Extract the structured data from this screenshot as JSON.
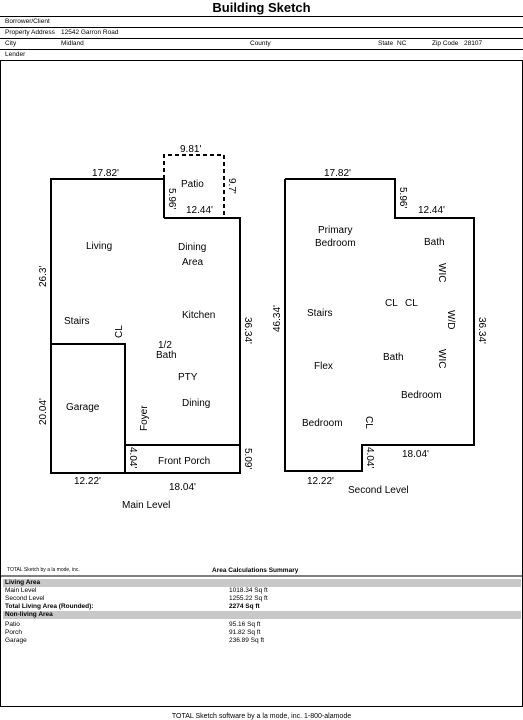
{
  "header": {
    "title": "Building Sketch",
    "borrower_label": "Borrower/Client",
    "property_address_label": "Property Address",
    "property_address": "12542 Garron Road",
    "city_label": "City",
    "city": "Midland",
    "county_label": "County",
    "state_label": "State",
    "state": "NC",
    "zip_label": "Zip Code",
    "zip": "28107",
    "lender_label": "Lender"
  },
  "main_level": {
    "caption": "Main Level",
    "rooms": {
      "patio": "Patio",
      "living": "Living",
      "dining": "Dining",
      "area": "Area",
      "stairs": "Stairs",
      "cl": "CL",
      "kitchen": "Kitchen",
      "half": "1/2",
      "bath": "Bath",
      "pty": "PTY",
      "garage": "Garage",
      "foyer": "Foyer",
      "dining2": "Dining",
      "front_porch": "Front Porch"
    },
    "dims": {
      "top": "17.82'",
      "patio_top": "9.81'",
      "patio_left": "5.96'",
      "patio_right": "9.7'",
      "patio_bottom": "12.44'",
      "left_upper": "26.3'",
      "right": "36.34'",
      "left_lower": "20.04'",
      "porch_left": "4.04'",
      "porch_right": "5.09'",
      "bottom_garage": "12.22'",
      "bottom": "18.04'"
    }
  },
  "second_level": {
    "caption": "Second Level",
    "rooms": {
      "primary": "Primary",
      "bedroom": "Bedroom",
      "bath_top": "Bath",
      "wic_top": "WIC",
      "stairs": "Stairs",
      "cl1": "CL",
      "cl2": "CL",
      "wd": "W/D",
      "flex": "Flex",
      "bath_mid": "Bath",
      "wic_bot": "WIC",
      "bedroom_right": "Bedroom",
      "bedroom_left": "Bedroom",
      "cl3": "CL"
    },
    "dims": {
      "top": "17.82'",
      "notch_left": "5.96'",
      "notch_bottom": "12.44'",
      "left": "46.34'",
      "right": "36.34'",
      "notch2_left": "4.04'",
      "bottom_right": "18.04'",
      "bottom_left": "12.22'"
    }
  },
  "area_summary": {
    "software": "TOTAL Sketch by a la mode, inc.",
    "title": "Area Calculations Summary",
    "living_area_header": "Living Area",
    "rows_living": [
      {
        "label": "Main Level",
        "value": "1018.34 Sq ft"
      },
      {
        "label": "Second Level",
        "value": "1255.22 Sq ft"
      }
    ],
    "total_label": "Total Living Area (Rounded):",
    "total_value": "2274 Sq ft",
    "non_living_header": "Non-living Area",
    "rows_non_living": [
      {
        "label": "Patio",
        "value": "95.16 Sq ft"
      },
      {
        "label": "Porch",
        "value": "91.82 Sq ft"
      },
      {
        "label": "Garage",
        "value": "236.89 Sq ft"
      }
    ]
  },
  "footer": "TOTAL Sketch software by a la mode, inc. 1-800-alamode"
}
